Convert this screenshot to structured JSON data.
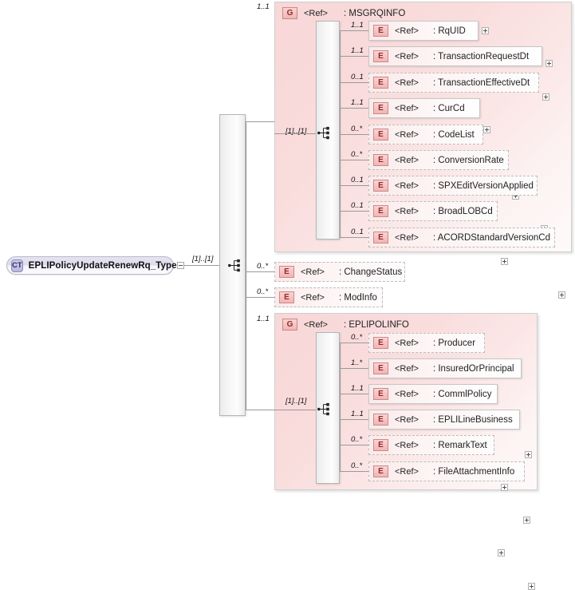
{
  "diagram": {
    "title": "EPLIPolicyUpdateRenewRq_Type XML Schema Diagram",
    "root": {
      "badge": "CT",
      "name": "EPLIPolicyUpdateRenewRq_Type",
      "occurs": "[1]..[1]"
    },
    "sequence_occurs": "[1]..[1]",
    "badges": {
      "group": "G",
      "element": "E"
    },
    "ref_label": "<Ref>",
    "branches": [
      {
        "kind": "group",
        "badge": "G",
        "ref": "<Ref>",
        "name": ": MSGRQINFO",
        "cardinality": "1..1",
        "inner_occurs": "[1]..[1]",
        "children": [
          {
            "badge": "E",
            "ref": "<Ref>",
            "name": ": RqUID",
            "cardinality": "1..1",
            "style": "solid"
          },
          {
            "badge": "E",
            "ref": "<Ref>",
            "name": ": TransactionRequestDt",
            "cardinality": "1..1",
            "style": "solid"
          },
          {
            "badge": "E",
            "ref": "<Ref>",
            "name": ": TransactionEffectiveDt",
            "cardinality": "0..1",
            "style": "dashed"
          },
          {
            "badge": "E",
            "ref": "<Ref>",
            "name": ": CurCd",
            "cardinality": "1..1",
            "style": "solid"
          },
          {
            "badge": "E",
            "ref": "<Ref>",
            "name": ": CodeList",
            "cardinality": "0..*",
            "style": "dashed"
          },
          {
            "badge": "E",
            "ref": "<Ref>",
            "name": ": ConversionRate",
            "cardinality": "0..*",
            "style": "dashed"
          },
          {
            "badge": "E",
            "ref": "<Ref>",
            "name": ": SPXEditVersionApplied",
            "cardinality": "0..1",
            "style": "dashed"
          },
          {
            "badge": "E",
            "ref": "<Ref>",
            "name": ": BroadLOBCd",
            "cardinality": "0..1",
            "style": "dashed"
          },
          {
            "badge": "E",
            "ref": "<Ref>",
            "name": ": ACORDStandardVersionCd",
            "cardinality": "0..1",
            "style": "dashed"
          }
        ]
      },
      {
        "kind": "element",
        "badge": "E",
        "ref": "<Ref>",
        "name": ": ChangeStatus",
        "cardinality": "0..*",
        "style": "dashed"
      },
      {
        "kind": "element",
        "badge": "E",
        "ref": "<Ref>",
        "name": ": ModInfo",
        "cardinality": "0..*",
        "style": "dashed"
      },
      {
        "kind": "group",
        "badge": "G",
        "ref": "<Ref>",
        "name": ": EPLIPOLINFO",
        "cardinality": "1..1",
        "inner_occurs": "[1]..[1]",
        "children": [
          {
            "badge": "E",
            "ref": "<Ref>",
            "name": ": Producer",
            "cardinality": "0..*",
            "style": "dashed"
          },
          {
            "badge": "E",
            "ref": "<Ref>",
            "name": ": InsuredOrPrincipal",
            "cardinality": "1..*",
            "style": "solid"
          },
          {
            "badge": "E",
            "ref": "<Ref>",
            "name": ": CommlPolicy",
            "cardinality": "1..1",
            "style": "solid"
          },
          {
            "badge": "E",
            "ref": "<Ref>",
            "name": ": EPLILineBusiness",
            "cardinality": "1..1",
            "style": "solid"
          },
          {
            "badge": "E",
            "ref": "<Ref>",
            "name": ": RemarkText",
            "cardinality": "0..*",
            "style": "dashed"
          },
          {
            "badge": "E",
            "ref": "<Ref>",
            "name": ": FileAttachmentInfo",
            "cardinality": "0..*",
            "style": "dashed"
          }
        ]
      }
    ],
    "colors": {
      "group_fill": "#f8d7d7",
      "element_fill": "#fbeaea",
      "badge_fill": "#f3b4b4",
      "badge_text": "#8d2b2b",
      "root_fill": "#e6e4f2",
      "line": "#9a9a9a"
    }
  }
}
